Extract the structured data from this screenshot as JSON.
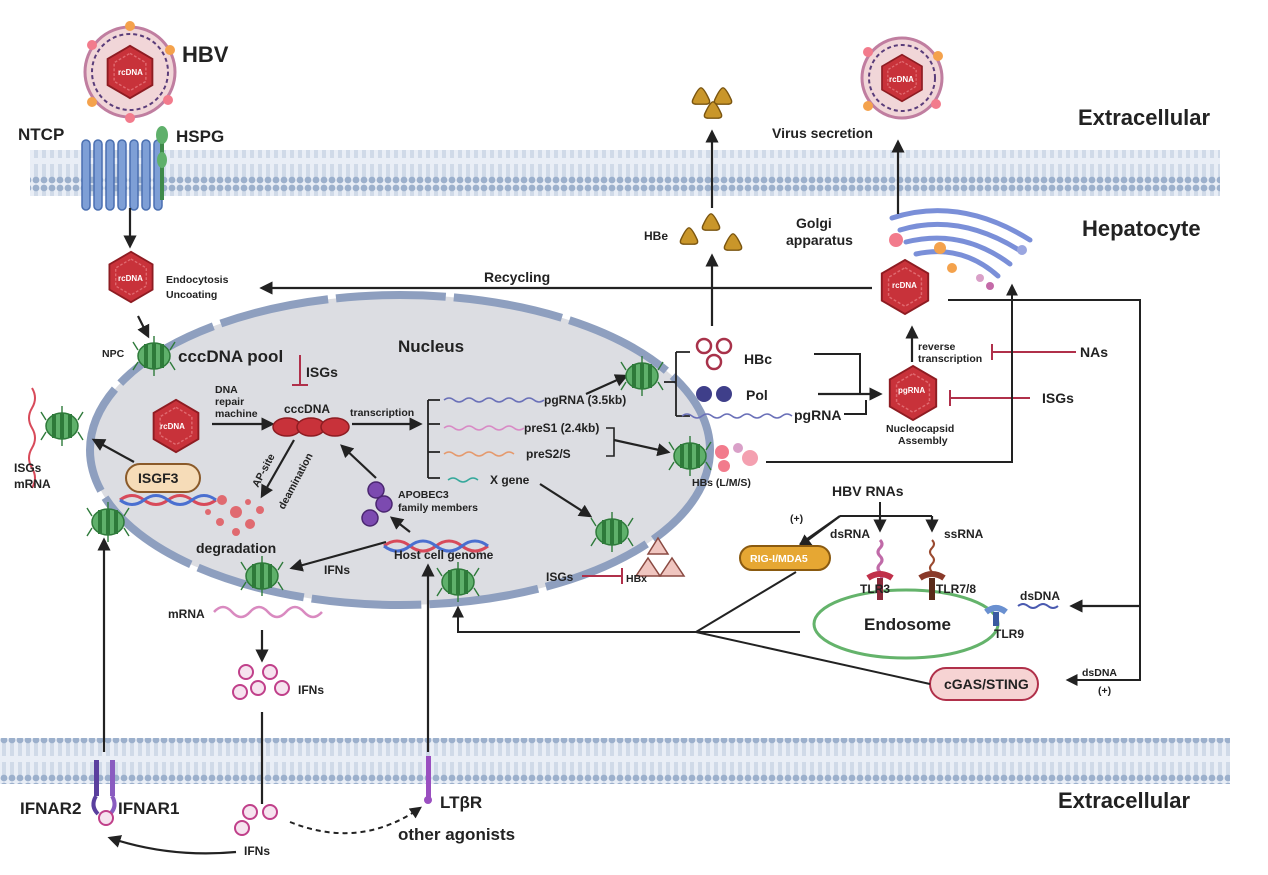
{
  "labels": {
    "hbv": "HBV",
    "ntcp": "NTCP",
    "hspg": "HSPG",
    "extracellular_top": "Extracellular",
    "extracellular_bottom": "Extracellular",
    "hepatocyte": "Hepatocyte",
    "virus_secretion": "Virus secretion",
    "golgi": "Golgi\napparatus",
    "golgi_line1": "Golgi",
    "golgi_line2": "apparatus",
    "hbe": "HBe",
    "recycling": "Recycling",
    "endocytosis": "Endocytosis",
    "uncoating": "Uncoating",
    "npc": "NPC",
    "cccdna_pool": "cccDNA pool",
    "nucleus": "Nucleus",
    "isgs_nuc": "ISGs",
    "dna_repair_1": "DNA",
    "dna_repair_2": "repair",
    "dna_repair_3": "machine",
    "cccdna": "cccDNA",
    "transcription": "transcription",
    "pgrna_35": "pgRNA (3.5kb)",
    "pres1": "preS1 (2.4kb)",
    "pres2": "preS2/S",
    "xgene": "X gene",
    "hbc": "HBc",
    "pol": "Pol",
    "pgrna": "pgRNA",
    "reverse_1": "reverse",
    "reverse_2": "transcription",
    "nas": "NAs",
    "isgs_nc": "ISGs",
    "nc_1": "Nucleocapsid",
    "nc_2": "Assembly",
    "hbs": "HBs (L/M/S)",
    "apo_1": "APOBEC3",
    "apo_2": "family members",
    "ap_site": "AP-site",
    "deamination": "deamination",
    "degradation": "degradation",
    "host_genome": "Host cell genome",
    "ifns_nuc": "IFNs",
    "isgf3": "ISGF3",
    "isgs_mrna_1": "ISGs",
    "isgs_mrna_2": "mRNA",
    "isgs_hbx": "ISGs",
    "hbx": "HBx",
    "hbv_rnas": "HBV RNAs",
    "plus_1": "(+)",
    "dsrna": "dsRNA",
    "ssrna": "ssRNA",
    "rig": "RIG-I/MDA5",
    "tlr3": "TLR3",
    "tlr78": "TLR7/8",
    "dsdna_tlr": "dsDNA",
    "tlr9": "TLR9",
    "endosome": "Endosome",
    "dsdna_cgas": "dsDNA",
    "plus_2": "(+)",
    "cgas": "cGAS/STING",
    "mrna": "mRNA",
    "ifns_mid": "IFNs",
    "ifnar2": "IFNAR2",
    "ifnar1": "IFNAR1",
    "ifns_bottom": "IFNs",
    "ltbr": "LTβR",
    "other_agonists": "other agonists",
    "rcdna": "rcDNA",
    "pgrna_capsid": "pgRNA"
  },
  "colors": {
    "membrane": "#b8c8dc",
    "membrane_head": "#8fa6c4",
    "nucleus_fill": "#dcdde2",
    "nucleus_border": "#8e9fbf",
    "capsid": "#c8323a",
    "capsid_dark": "#8e1c22",
    "hbe": "#c9962a",
    "npc": "#4fa25b",
    "inhibit": "#b0304a",
    "rig": "#d9a12b",
    "cgas_fill": "#f6d3d3",
    "endosome": "#64b36b",
    "purple": "#6a3fa0",
    "pink": "#d9539b"
  }
}
